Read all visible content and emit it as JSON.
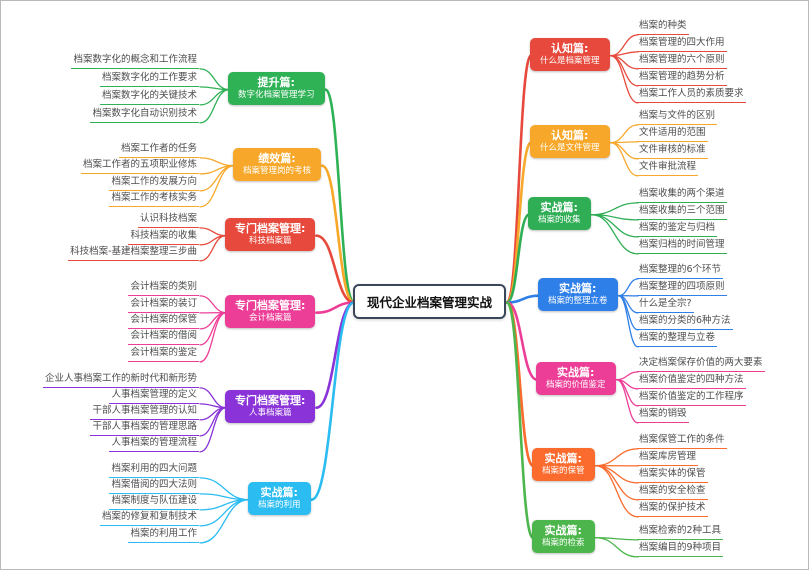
{
  "title": "现代企业档案管理实战",
  "left_branches": [
    {
      "line1": "提升篇:",
      "line2": "数字化档案管理学习",
      "color": "#2FB156",
      "children": [
        "档案数字化的概念和工作流程",
        "档案数字化的工作要求",
        "档案数字化的关键技术",
        "档案数字化自动识别技术"
      ]
    },
    {
      "line1": "绩效篇:",
      "line2": "档案管理岗的考核",
      "color": "#F7A82A",
      "children": [
        "档案工作者的任务",
        "档案工作者的五项职业修炼",
        "档案工作的发展方向",
        "档案工作的考核实务"
      ]
    },
    {
      "line1": "专门档案管理:",
      "line2": "科技档案篇",
      "color": "#E74A3C",
      "children": [
        "认识科技档案",
        "科技档案的收集",
        "科技档案-基建档案整理三步曲"
      ]
    },
    {
      "line1": "专门档案管理:",
      "line2": "会计档案篇",
      "color": "#ED3E97",
      "children": [
        "会计档案的类别",
        "会计档案的装订",
        "会计档案的保管",
        "会计档案的借阅",
        "会计档案的鉴定"
      ]
    },
    {
      "line1": "专门档案管理:",
      "line2": "人事档案篇",
      "color": "#8A33D8",
      "children": [
        "企业人事档案工作的新时代和新形势",
        "人事档案管理的定义",
        "干部人事档案管理的认知",
        "干部人事档案的管理思路",
        "人事档案的管理流程"
      ]
    },
    {
      "line1": "实战篇:",
      "line2": "档案的利用",
      "color": "#2BBCF2",
      "children": [
        "档案利用的四大问题",
        "档案借阅的四大法则",
        "档案制度与队伍建设",
        "档案的修复和复制技术",
        "档案的利用工作"
      ]
    }
  ],
  "right_branches": [
    {
      "line1": "认知篇:",
      "line2": "什么是档案管理",
      "color": "#E74A3C",
      "children": [
        "档案的种类",
        "档案管理的四大作用",
        "档案管理的六个原则",
        "档案管理的趋势分析",
        "档案工作人员的素质要求"
      ]
    },
    {
      "line1": "认知篇:",
      "line2": "什么是文件管理",
      "color": "#F7A82A",
      "children": [
        "档案与文件的区别",
        "文件适用的范围",
        "文件审核的标准",
        "文件审批流程"
      ]
    },
    {
      "line1": "实战篇:",
      "line2": "档案的收集",
      "color": "#2FAE55",
      "children": [
        "档案收集的两个渠道",
        "档案收集的三个范围",
        "档案的鉴定与归档",
        "档案归档的时间管理"
      ]
    },
    {
      "line1": "实战篇:",
      "line2": "档案的整理立卷",
      "color": "#2E7FE8",
      "children": [
        "档案整理的6个环节",
        "档案整理的四项原则",
        "什么是全宗?",
        "档案的分类的6种方法",
        "档案的整理与立卷"
      ]
    },
    {
      "line1": "实战篇:",
      "line2": "档案的价值鉴定",
      "color": "#ED3E97",
      "children": [
        "决定档案保存价值的两大要素",
        "档案价值鉴定的四种方法",
        "档案价值鉴定的工作程序",
        "档案的销毁"
      ]
    },
    {
      "line1": "实战篇:",
      "line2": "档案的保管",
      "color": "#FA6B2D",
      "children": [
        "档案保管工作的条件",
        "档案库房管理",
        "档案实体的保管",
        "档案的安全检查",
        "档案的保护技术"
      ]
    },
    {
      "line1": "实战篇:",
      "line2": "档案的检索",
      "color": "#4CB64C",
      "children": [
        "档案检索的2种工具",
        "档案编目的9种项目"
      ]
    }
  ]
}
